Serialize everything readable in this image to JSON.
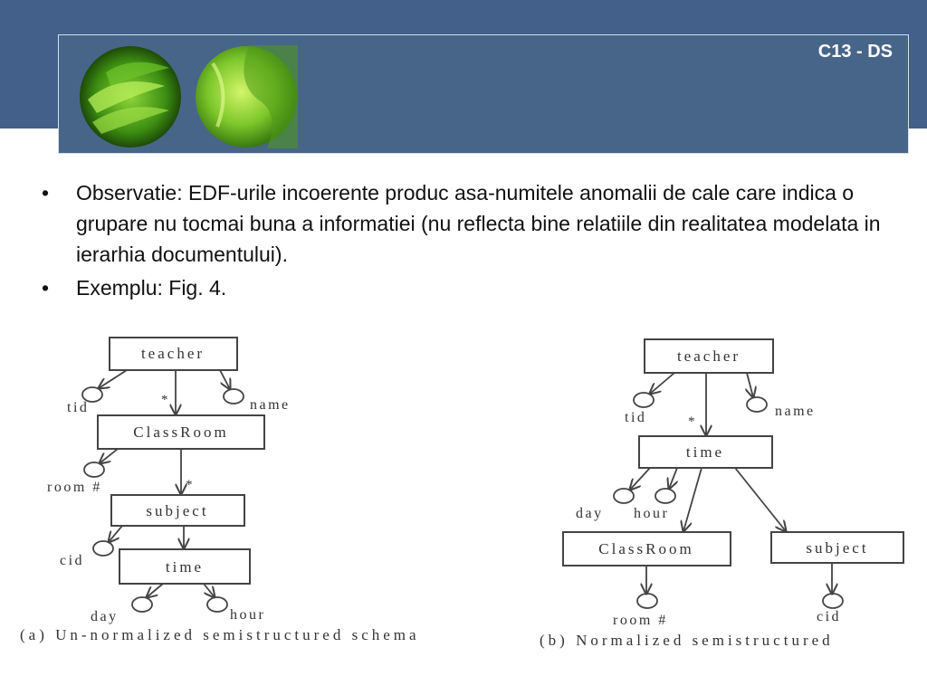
{
  "header": {
    "slide_label": "C13 - DS"
  },
  "bullets": [
    "Observatie: EDF-urile incoerente produc asa-numitele anomalii de cale care indica o grupare nu tocmai buna a informatiei (nu reflecta bine relatiile din realitatea modelata in ierarhia documentului).",
    "Exemplu: Fig. 4."
  ],
  "figure_a": {
    "nodes": {
      "teacher": "teacher",
      "classroom": "ClassRoom",
      "subject": "subject",
      "time": "time"
    },
    "leaves": {
      "tid": "tid",
      "name": "name",
      "room": "room #",
      "cid": "cid",
      "day": "day",
      "hour": "hour"
    },
    "star": "*",
    "caption": "(a) Un-normalized semistructured schema"
  },
  "figure_b": {
    "nodes": {
      "teacher": "teacher",
      "time": "time",
      "classroom": "ClassRoom",
      "subject": "subject"
    },
    "leaves": {
      "tid": "tid",
      "name": "name",
      "day": "day",
      "hour": "hour",
      "room": "room #",
      "cid": "cid"
    },
    "star": "*",
    "caption": "(b) Normalized semistructured"
  }
}
